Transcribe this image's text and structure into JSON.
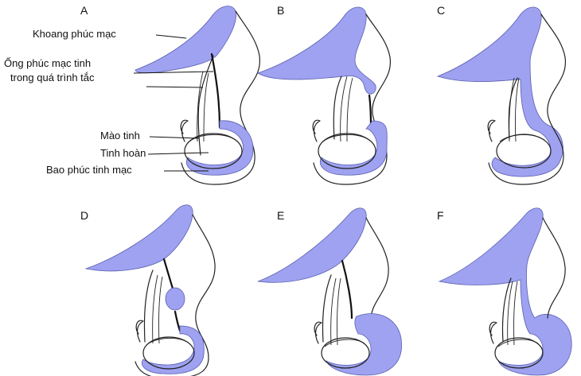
{
  "colors": {
    "peritoneum": "#9ea2f0",
    "line": "#222222"
  },
  "panels": [
    {
      "letter": "A"
    },
    {
      "letter": "B"
    },
    {
      "letter": "C"
    },
    {
      "letter": "D"
    },
    {
      "letter": "E"
    },
    {
      "letter": "F"
    }
  ],
  "labels": {
    "peritoneal_cavity": "Khoang phúc mạc",
    "processus_line1": "Ống phúc mạc tinh",
    "processus_line2": "trong quá trình tắc",
    "epididymis": "Mào tinh",
    "testis": "Tinh hoàn",
    "tunica": "Bao phúc tinh mạc"
  }
}
